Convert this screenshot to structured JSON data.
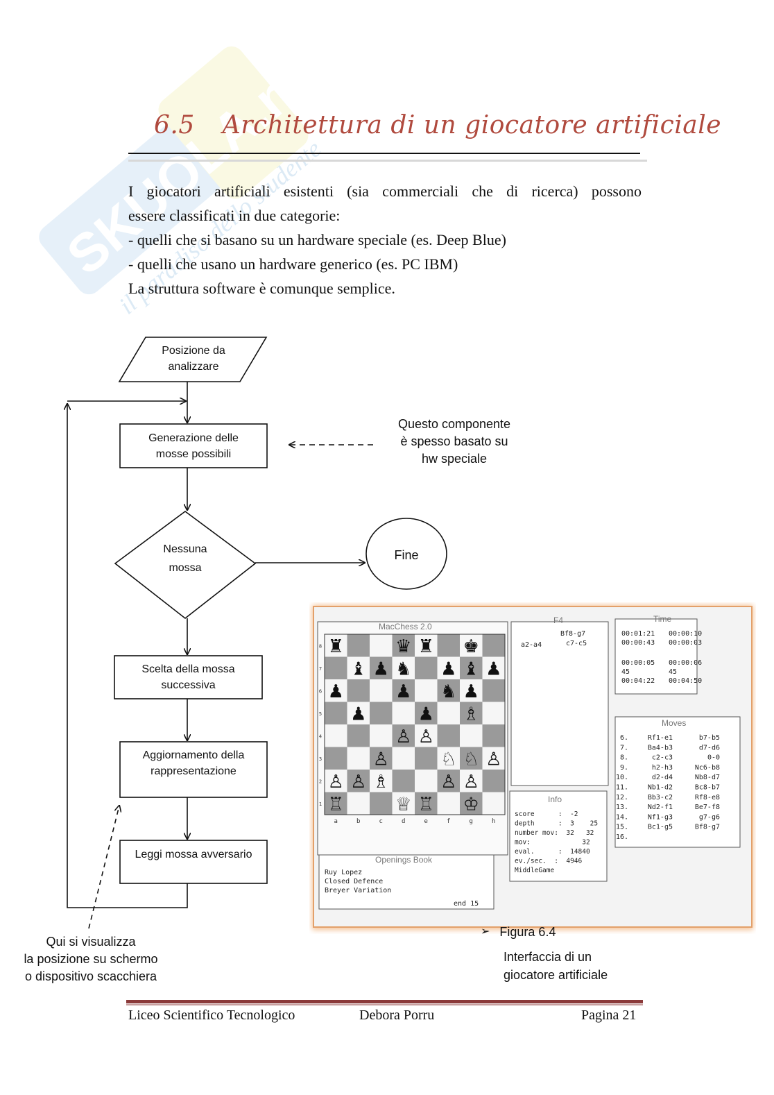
{
  "watermark": {
    "main": "SKUOLA.net",
    "sub": "il paradiso dello studente"
  },
  "heading": {
    "number": "6.5",
    "title": "Architettura di un giocatore artificiale"
  },
  "intro": {
    "line1": "I giocatori artificiali esistenti (sia commerciali che di ricerca) possono",
    "line2": "essere classificati in due categorie:",
    "line3": "- quelli che si basano su un hardware speciale (es. Deep Blue)",
    "line4": "- quelli che usano un hardware generico (es. PC IBM)",
    "line5": "La struttura software è comunque semplice."
  },
  "flowchart": {
    "input_l1": "Posizione da",
    "input_l2": "analizzare",
    "gen_l1": "Generazione delle",
    "gen_l2": "mosse possibili",
    "cond_l1": "Nessuna",
    "cond_l2": "mossa",
    "end": "Fine",
    "choose_l1": "Scelta della mossa",
    "choose_l2": "successiva",
    "update_l1": "Aggiornamento della",
    "update_l2": "rappresentazione",
    "read": "Leggi mossa avversario",
    "note_right_l1": "Questo componente",
    "note_right_l2": "è spesso basato su",
    "note_right_l3": "hw speciale",
    "note_bottom_l1": "Qui si visualizza",
    "note_bottom_l2": "la posizione su schermo",
    "note_bottom_l3": "o dispositivo scacchiera"
  },
  "screenshot": {
    "window_title": "MacChess 2.0",
    "moves_col_title": "F4",
    "move_left": "a2-a4",
    "move_right_1": "Bf8-g7",
    "move_right_2": "c7-c5",
    "time_title": "Time",
    "time_rows": [
      "00:01:21   00:00:10",
      "00:00:43   00:00:03",
      "00:00:05   00:00:06",
      "45         45",
      "00:04:22   00:04:50"
    ],
    "moves_title": "Moves",
    "moves_list": [
      [
        "6.",
        "Rf1-e1",
        "b7-b5"
      ],
      [
        "7.",
        "Ba4-b3",
        "d7-d6"
      ],
      [
        "8.",
        "c2-c3",
        "0-0"
      ],
      [
        "9.",
        "h2-h3",
        "Nc6-b8"
      ],
      [
        "10.",
        "d2-d4",
        "Nb8-d7"
      ],
      [
        "11.",
        "Nb1-d2",
        "Bc8-b7"
      ],
      [
        "12.",
        "Bb3-c2",
        "Rf8-e8"
      ],
      [
        "13.",
        "Nd2-f1",
        "Be7-f8"
      ],
      [
        "14.",
        "Nf1-g3",
        "g7-g6"
      ],
      [
        "15.",
        "Bc1-g5",
        "Bf8-g7"
      ],
      [
        "16.",
        "",
        ""
      ]
    ],
    "info_title": "Info",
    "info_lines": [
      "score      :  -2",
      "depth      :  3    25",
      "number mov:  32   32",
      "mov:             32",
      "eval.      :  14840",
      "ev./sec.  :  4946",
      "MiddleGame"
    ],
    "openings_title": "Openings Book",
    "openings_lines": [
      "Ruy Lopez",
      "Closed Defence",
      "Breyer Variation"
    ],
    "openings_footer": "end   15",
    "files": [
      "a",
      "b",
      "c",
      "d",
      "e",
      "f",
      "g",
      "h"
    ],
    "ranks": [
      "8",
      "7",
      "6",
      "5",
      "4",
      "3",
      "2",
      "1"
    ],
    "pieces": [
      {
        "sq": "a8",
        "g": "♜"
      },
      {
        "sq": "d8",
        "g": "♛"
      },
      {
        "sq": "e8",
        "g": "♜"
      },
      {
        "sq": "g8",
        "g": "♚"
      },
      {
        "sq": "b7",
        "g": "♝"
      },
      {
        "sq": "c7",
        "g": "♟"
      },
      {
        "sq": "d7",
        "g": "♞"
      },
      {
        "sq": "f7",
        "g": "♟"
      },
      {
        "sq": "g7",
        "g": "♝"
      },
      {
        "sq": "h7",
        "g": "♟"
      },
      {
        "sq": "a6",
        "g": "♟"
      },
      {
        "sq": "d6",
        "g": "♟"
      },
      {
        "sq": "f6",
        "g": "♞"
      },
      {
        "sq": "g6",
        "g": "♟"
      },
      {
        "sq": "b5",
        "g": "♟"
      },
      {
        "sq": "e5",
        "g": "♟"
      },
      {
        "sq": "g5",
        "g": "♗"
      },
      {
        "sq": "d4",
        "g": "♙"
      },
      {
        "sq": "e4",
        "g": "♙"
      },
      {
        "sq": "c3",
        "g": "♙"
      },
      {
        "sq": "f3",
        "g": "♘"
      },
      {
        "sq": "g3",
        "g": "♘"
      },
      {
        "sq": "h3",
        "g": "♙"
      },
      {
        "sq": "a2",
        "g": "♙"
      },
      {
        "sq": "b2",
        "g": "♙"
      },
      {
        "sq": "c2",
        "g": "♗"
      },
      {
        "sq": "f2",
        "g": "♙"
      },
      {
        "sq": "g2",
        "g": "♙"
      },
      {
        "sq": "a1",
        "g": "♖"
      },
      {
        "sq": "d1",
        "g": "♕"
      },
      {
        "sq": "e1",
        "g": "♖"
      },
      {
        "sq": "g1",
        "g": "♔"
      }
    ]
  },
  "caption": {
    "figure": "Figura 6.4",
    "text_l1": "Interfaccia di un",
    "text_l2": "giocatore artificiale"
  },
  "footer": {
    "left": "Liceo Scientifico Tecnologico",
    "center": "Debora Porru",
    "right": "Pagina 21"
  }
}
